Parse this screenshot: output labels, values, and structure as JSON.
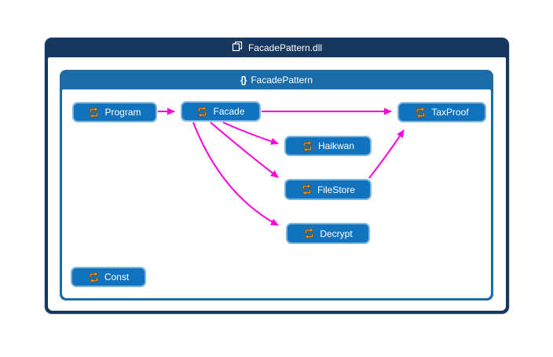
{
  "assembly": {
    "title": "FacadePattern.dll"
  },
  "namespace": {
    "title": "FacadePattern"
  },
  "icons": {
    "assembly_icon": "stacked-modules",
    "namespace_icon": "{}",
    "class_icon": "gold-swap-arrows"
  },
  "colors": {
    "window_chrome": "#17375E",
    "group_header": "#1B6CA8",
    "node_fill": "#1173BE",
    "node_border": "#7FB4DC",
    "edge": "#FF00DC",
    "text": "#FFFFFF"
  },
  "nodes": [
    {
      "id": "program",
      "label": "Program"
    },
    {
      "id": "facade",
      "label": "Facade"
    },
    {
      "id": "taxproof",
      "label": "TaxProof"
    },
    {
      "id": "haikwan",
      "label": "Haikwan"
    },
    {
      "id": "filestore",
      "label": "FileStore"
    },
    {
      "id": "decrypt",
      "label": "Decrypt"
    },
    {
      "id": "const",
      "label": "Const"
    }
  ],
  "edges": [
    {
      "from": "Program",
      "to": "Facade"
    },
    {
      "from": "Facade",
      "to": "TaxProof"
    },
    {
      "from": "Facade",
      "to": "Haikwan"
    },
    {
      "from": "Facade",
      "to": "FileStore"
    },
    {
      "from": "Facade",
      "to": "Decrypt"
    },
    {
      "from": "FileStore",
      "to": "TaxProof"
    }
  ]
}
